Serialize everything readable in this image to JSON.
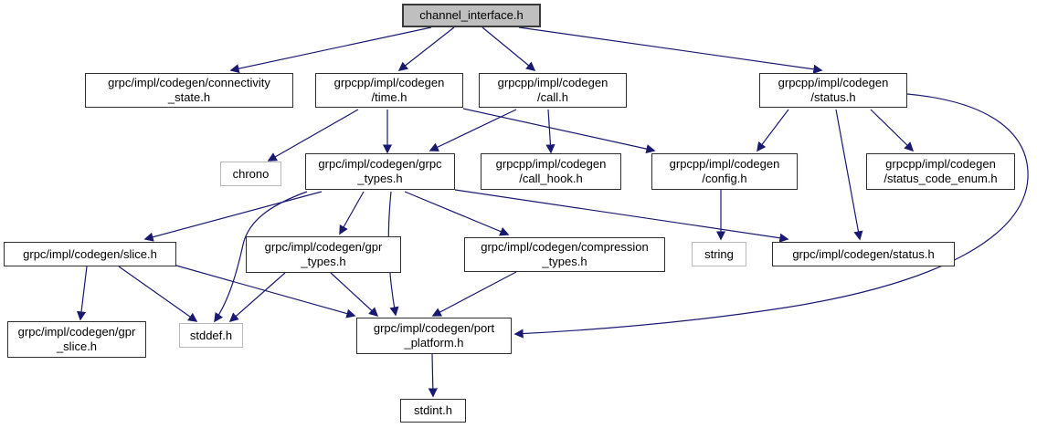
{
  "diagram": {
    "title": "channel_interface.h include dependency graph",
    "type": "include-dependency-graph",
    "root": "channel_interface.h",
    "edge_color": "#191970",
    "current_node_fill": "#bfbfbf",
    "nodes": [
      {
        "id": "channel_interface",
        "file": "channel_interface.h",
        "kind": "current",
        "lines": [
          "channel_interface.h"
        ]
      },
      {
        "id": "connectivity_state",
        "file": "grpc/impl/codegen/connectivity_state.h",
        "kind": "file",
        "lines": [
          "grpc/impl/codegen/connectivity",
          "_state.h"
        ]
      },
      {
        "id": "time",
        "file": "grpcpp/impl/codegen/time.h",
        "kind": "file",
        "lines": [
          "grpcpp/impl/codegen",
          "/time.h"
        ]
      },
      {
        "id": "call",
        "file": "grpcpp/impl/codegen/call.h",
        "kind": "file",
        "lines": [
          "grpcpp/impl/codegen",
          "/call.h"
        ]
      },
      {
        "id": "statuspp",
        "file": "grpcpp/impl/codegen/status.h",
        "kind": "file",
        "lines": [
          "grpcpp/impl/codegen",
          "/status.h"
        ]
      },
      {
        "id": "chrono",
        "file": "chrono",
        "kind": "system",
        "lines": [
          "chrono"
        ]
      },
      {
        "id": "grpc_types",
        "file": "grpc/impl/codegen/grpc_types.h",
        "kind": "file",
        "lines": [
          "grpc/impl/codegen/grpc",
          "_types.h"
        ]
      },
      {
        "id": "call_hook",
        "file": "grpcpp/impl/codegen/call_hook.h",
        "kind": "file",
        "lines": [
          "grpcpp/impl/codegen",
          "/call_hook.h"
        ]
      },
      {
        "id": "config",
        "file": "grpcpp/impl/codegen/config.h",
        "kind": "file",
        "lines": [
          "grpcpp/impl/codegen",
          "/config.h"
        ]
      },
      {
        "id": "status_code_enum",
        "file": "grpcpp/impl/codegen/status_code_enum.h",
        "kind": "file",
        "lines": [
          "grpcpp/impl/codegen",
          "/status_code_enum.h"
        ]
      },
      {
        "id": "slice",
        "file": "grpc/impl/codegen/slice.h",
        "kind": "file",
        "lines": [
          "grpc/impl/codegen/slice.h"
        ]
      },
      {
        "id": "gpr_types",
        "file": "grpc/impl/codegen/gpr_types.h",
        "kind": "file",
        "lines": [
          "grpc/impl/codegen/gpr",
          "_types.h"
        ]
      },
      {
        "id": "compression_types",
        "file": "grpc/impl/codegen/compression_types.h",
        "kind": "file",
        "lines": [
          "grpc/impl/codegen/compression",
          "_types.h"
        ]
      },
      {
        "id": "string",
        "file": "string",
        "kind": "system",
        "lines": [
          "string"
        ]
      },
      {
        "id": "statusc",
        "file": "grpc/impl/codegen/status.h",
        "kind": "file",
        "lines": [
          "grpc/impl/codegen/status.h"
        ]
      },
      {
        "id": "gpr_slice",
        "file": "grpc/impl/codegen/gpr_slice.h",
        "kind": "file",
        "lines": [
          "grpc/impl/codegen/gpr",
          "_slice.h"
        ]
      },
      {
        "id": "stddef",
        "file": "stddef.h",
        "kind": "system",
        "lines": [
          "stddef.h"
        ]
      },
      {
        "id": "port_platform",
        "file": "grpc/impl/codegen/port_platform.h",
        "kind": "file",
        "lines": [
          "grpc/impl/codegen/port",
          "_platform.h"
        ]
      },
      {
        "id": "stdint",
        "file": "stdint.h",
        "kind": "file",
        "lines": [
          "stdint.h"
        ]
      }
    ],
    "edges": [
      {
        "from": "channel_interface",
        "to": "connectivity_state"
      },
      {
        "from": "channel_interface",
        "to": "time"
      },
      {
        "from": "channel_interface",
        "to": "call"
      },
      {
        "from": "channel_interface",
        "to": "statuspp"
      },
      {
        "from": "time",
        "to": "chrono"
      },
      {
        "from": "time",
        "to": "grpc_types"
      },
      {
        "from": "time",
        "to": "config"
      },
      {
        "from": "call",
        "to": "grpc_types"
      },
      {
        "from": "call",
        "to": "call_hook"
      },
      {
        "from": "statuspp",
        "to": "config"
      },
      {
        "from": "statuspp",
        "to": "status_code_enum"
      },
      {
        "from": "statuspp",
        "to": "statusc"
      },
      {
        "from": "statuspp",
        "to": "port_platform"
      },
      {
        "from": "grpc_types",
        "to": "slice"
      },
      {
        "from": "grpc_types",
        "to": "gpr_types"
      },
      {
        "from": "grpc_types",
        "to": "compression_types"
      },
      {
        "from": "grpc_types",
        "to": "statusc"
      },
      {
        "from": "grpc_types",
        "to": "port_platform"
      },
      {
        "from": "grpc_types",
        "to": "stddef"
      },
      {
        "from": "gpr_types",
        "to": "stddef"
      },
      {
        "from": "gpr_types",
        "to": "port_platform"
      },
      {
        "from": "compression_types",
        "to": "port_platform"
      },
      {
        "from": "slice",
        "to": "gpr_slice"
      },
      {
        "from": "slice",
        "to": "stddef"
      },
      {
        "from": "slice",
        "to": "port_platform"
      },
      {
        "from": "config",
        "to": "string"
      },
      {
        "from": "port_platform",
        "to": "stdint"
      }
    ]
  }
}
